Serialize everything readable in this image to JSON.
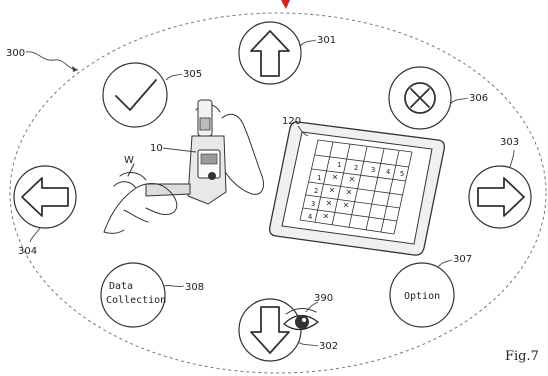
{
  "figure": {
    "fig_label": "Fig.7",
    "region_ref": "300",
    "device_ref": "10",
    "workpiece_ref": "W",
    "tablet_ref": "120",
    "eye_ref": "390"
  },
  "buttons": {
    "up": {
      "ref": "301",
      "icon": "arrow-up-icon"
    },
    "down": {
      "ref": "302",
      "icon": "arrow-down-icon"
    },
    "right": {
      "ref": "303",
      "icon": "arrow-right-icon"
    },
    "left": {
      "ref": "304",
      "icon": "arrow-left-icon"
    },
    "check": {
      "ref": "305",
      "icon": "check-icon"
    },
    "cancel": {
      "ref": "306",
      "icon": "x-icon"
    },
    "option": {
      "ref": "307",
      "label": "Option"
    },
    "data": {
      "ref": "308",
      "label_line1": "Data",
      "label_line2": "Collection"
    }
  },
  "table_marks": {
    "headers": [
      "1",
      "2",
      "3",
      "4",
      "5"
    ],
    "rows": [
      "1",
      "2",
      "3",
      "4"
    ]
  }
}
